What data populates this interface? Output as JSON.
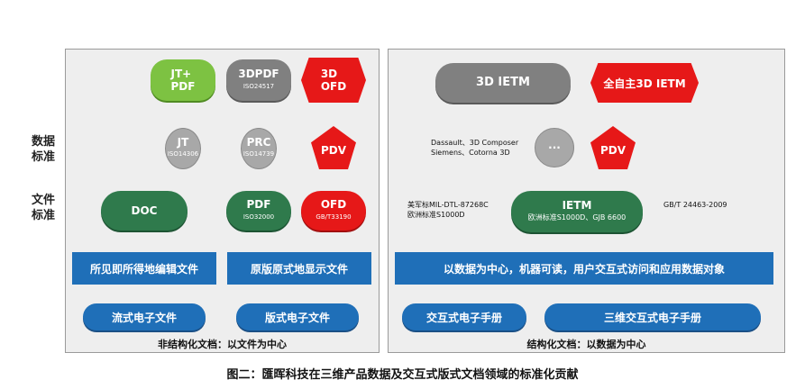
{
  "side_labels": {
    "data_standard": "数据\n标准",
    "file_standard": "文件\n标准"
  },
  "left": {
    "caption": "非结构化文档：以文件为中心",
    "jt_pdf": "JT+\nPDF",
    "threedpdf": {
      "name": "3DPDF",
      "std": "ISO24517"
    },
    "threed_ofd": "3D\nOFD",
    "jt": {
      "name": "JT",
      "std": "ISO14306"
    },
    "prc": {
      "name": "PRC",
      "std": "ISO14739"
    },
    "pdv": "PDV",
    "doc": "DOC",
    "pdf": {
      "name": "PDF",
      "std": "ISO32000"
    },
    "ofd": {
      "name": "OFD",
      "std": "GB/T33190"
    },
    "bar_edit": "所见即所得地编辑文件",
    "bar_layout": "原版原式地显示文件",
    "pill_flow": "流式电子文件",
    "pill_layout": "版式电子文件"
  },
  "right": {
    "caption": "结构化文档：以数据为中心",
    "ietm_3d": "3D IETM",
    "ietm_own": "全自主3D IETM",
    "dots": "···",
    "pdv": "PDV",
    "vendors": "Dassault、3D Composer\nSiemens、Cotorna 3D",
    "ietm": {
      "name": "IETM",
      "std": "欧洲标准S1000D、GJB 6600"
    },
    "mil_note": "美军标MIL-DTL-87268C\n欧洲标准S1000D",
    "gb_note": "GB/T 24463-2009",
    "bar_data": "以数据为中心，机器可读，用户交互式访问和应用数据对象",
    "pill_manual": "交互式电子手册",
    "pill_3d_manual": "三维交互式电子手册"
  },
  "figure_title": "图二：匯晖科技在三维产品数据及交互式版式文档领域的标准化贡献",
  "colors": {
    "blue": "#1f6fb8",
    "green": "#2f7a4c",
    "red": "#e61818",
    "gray": "#808080",
    "light_green": "#7dc242",
    "panel": "#eeeeee"
  }
}
